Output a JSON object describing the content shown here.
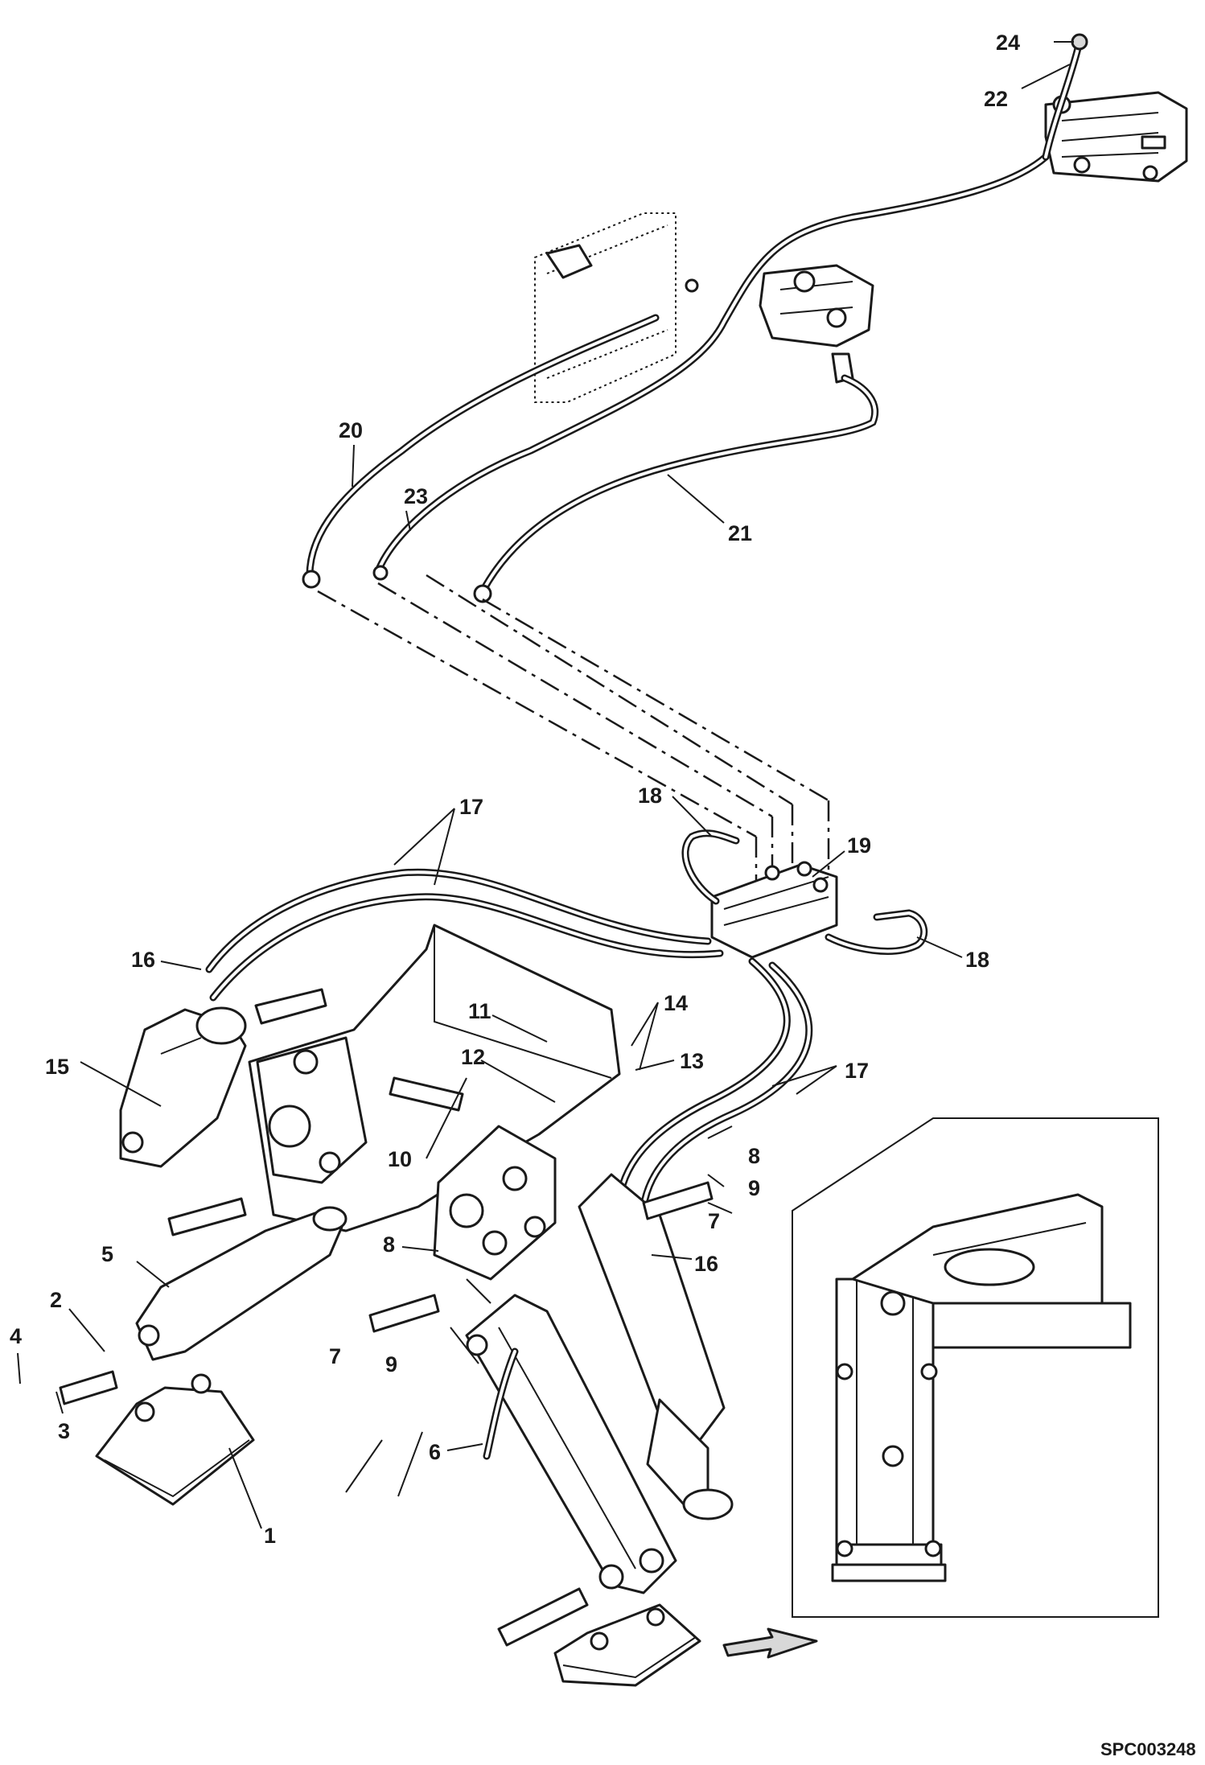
{
  "callouts": {
    "c1": "1",
    "c2": "2",
    "c3": "3",
    "c4": "4",
    "c5": "5",
    "c6": "6",
    "c7a": "7",
    "c7b": "7",
    "c8a": "8",
    "c8b": "8",
    "c9a": "9",
    "c9b": "9",
    "c10": "10",
    "c11": "11",
    "c12": "12",
    "c13": "13",
    "c14": "14",
    "c15": "15",
    "c16a": "16",
    "c16b": "16",
    "c17a": "17",
    "c17b": "17",
    "c18a": "18",
    "c18b": "18",
    "c19": "19",
    "c20": "20",
    "c21": "21",
    "c22": "22",
    "c23": "23",
    "c24": "24"
  },
  "drawing_code": "SPC003248"
}
